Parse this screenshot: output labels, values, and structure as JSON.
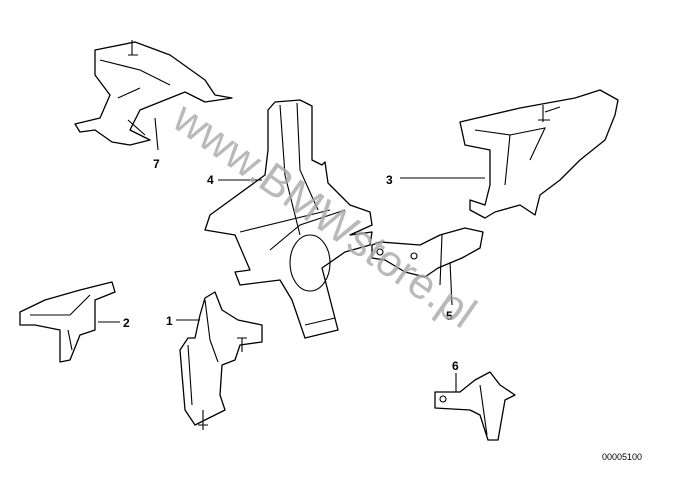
{
  "diagram": {
    "callouts": [
      {
        "number": "7",
        "part": "bracket-top-left"
      },
      {
        "number": "4",
        "part": "bracket-center"
      },
      {
        "number": "3",
        "part": "bracket-top-right"
      },
      {
        "number": "2",
        "part": "bracket-small-left"
      },
      {
        "number": "1",
        "part": "bracket-bottom-left"
      },
      {
        "number": "5",
        "part": "bracket-right"
      },
      {
        "number": "6",
        "part": "bracket-bottom-right"
      }
    ],
    "watermark": "www.BMWstore.pl",
    "drawing_code": "00005100"
  }
}
